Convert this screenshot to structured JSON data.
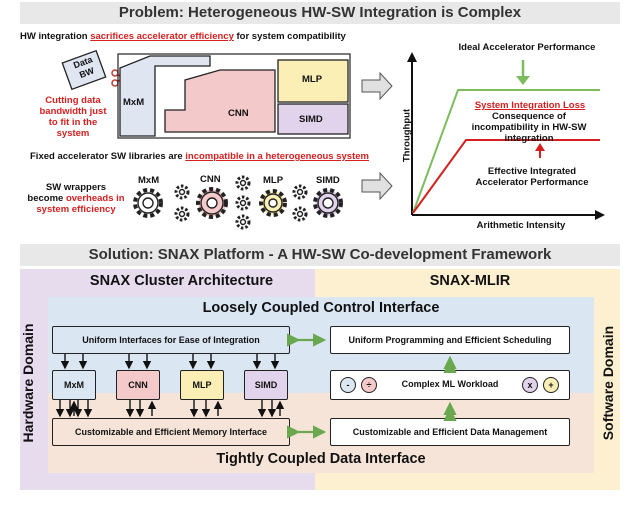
{
  "top": {
    "title": "Problem: Heterogeneous HW-SW Integration is Complex",
    "hw_line_prefix": "HW integration ",
    "hw_line_red": "sacrifices accelerator efficiency",
    "hw_line_suffix": " for system compatibility",
    "data_bw": "Data\nBW",
    "cut_note": "Cutting data bandwidth just to fit in the system",
    "blocks": {
      "mxm": "MxM",
      "cnn": "CNN",
      "mlp": "MLP",
      "simd": "SIMD"
    },
    "sw_line_prefix": "Fixed accelerator SW libraries are ",
    "sw_line_red": "incompatible in a heterogeneous system",
    "wrap_note_1": "SW wrappers",
    "wrap_note_2": "become ",
    "wrap_note_red": "overheads in system efficiency",
    "gear_labels": [
      "MxM",
      "CNN",
      "MLP",
      "SIMD"
    ]
  },
  "graph": {
    "ideal": "Ideal Accelerator Performance",
    "loss": "System Integration Loss",
    "consequence": "Consequence of incompatibility in HW-SW integration",
    "effective": "Effective Integrated Accelerator Performance",
    "ylabel": "Throughput",
    "xlabel": "Arithmetic Intensity"
  },
  "bottom": {
    "title": "Solution: SNAX Platform - A HW-SW Co-development Framework",
    "left_header": "SNAX Cluster Architecture",
    "right_header": "SNAX-MLIR",
    "control": "Loosely Coupled Control Interface",
    "data_if": "Tightly Coupled Data Interface",
    "hw_domain": "Hardware Domain",
    "sw_domain": "Software Domain",
    "uniform_if": "Uniform Interfaces for Ease of Integration",
    "uniform_prog": "Uniform Programming and Efficient Scheduling",
    "accels": [
      "MxM",
      "CNN",
      "MLP",
      "SIMD"
    ],
    "workload": "Complex ML Workload",
    "ops": [
      "-",
      "÷",
      "x",
      "+"
    ],
    "mem_if": "Customizable and Efficient Memory Interface",
    "data_mgmt": "Customizable and Efficient Data Management"
  }
}
